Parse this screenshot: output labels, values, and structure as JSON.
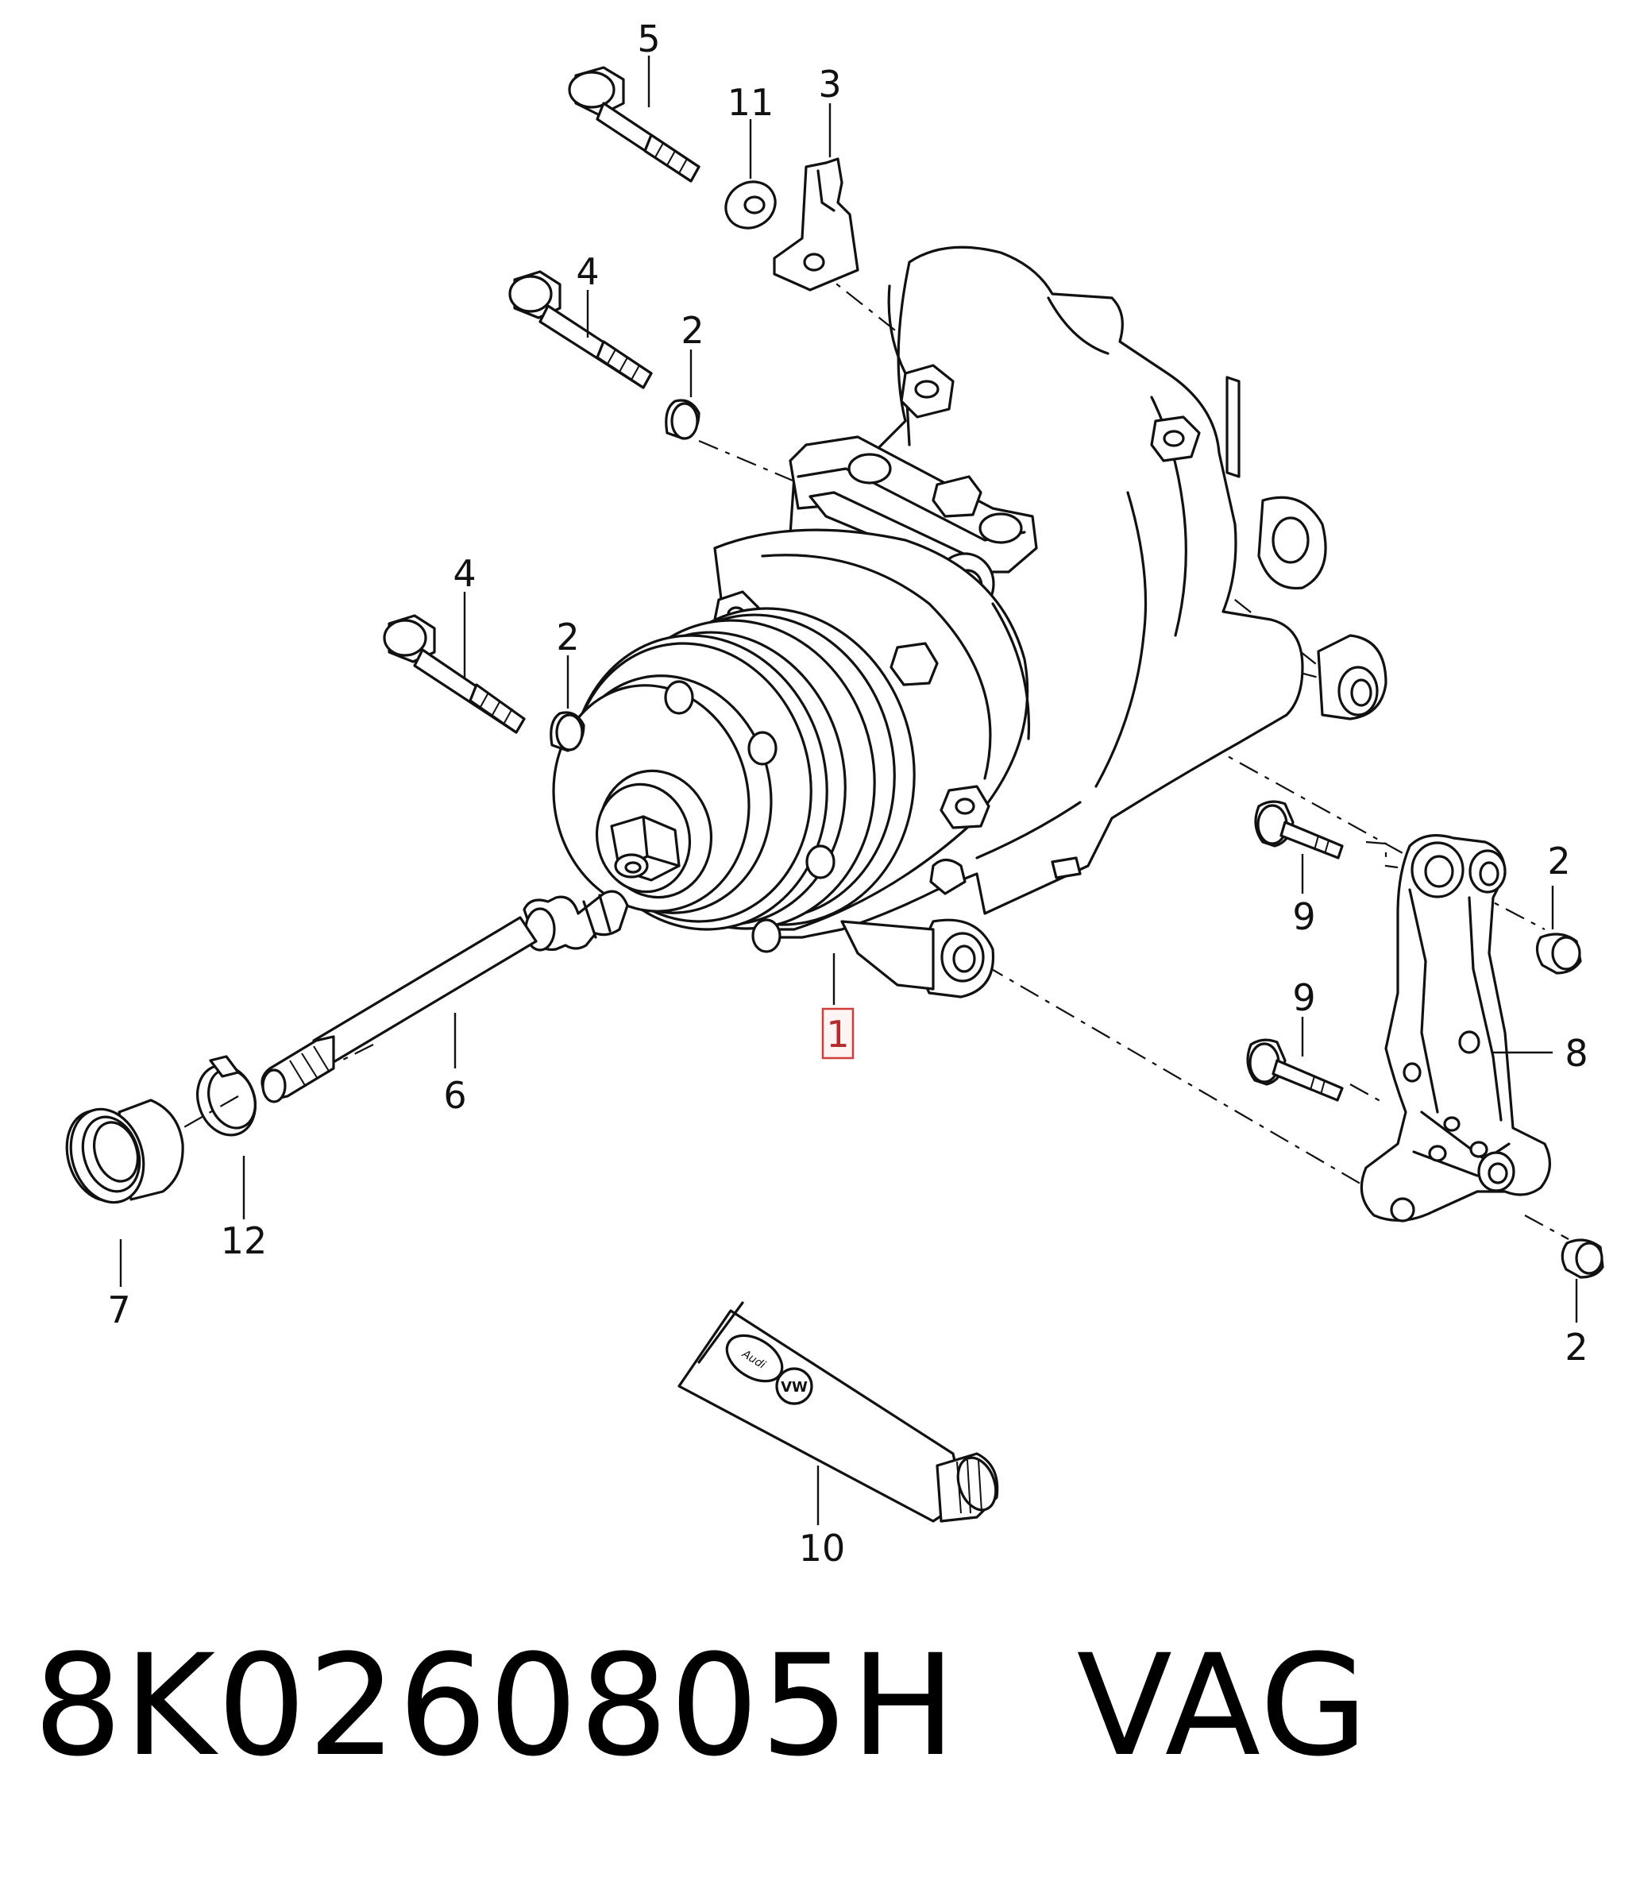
{
  "callouts": {
    "c1": "1",
    "c2a": "2",
    "c2b": "2",
    "c2c": "2",
    "c2d": "2",
    "c3": "3",
    "c4a": "4",
    "c4b": "4",
    "c5": "5",
    "c6": "6",
    "c7": "7",
    "c8": "8",
    "c9a": "9",
    "c9b": "9",
    "c10": "10",
    "c11": "11",
    "c12": "12"
  },
  "footer": {
    "part_number": "8K0260805H",
    "brand": "VAG"
  },
  "tube_logos": {
    "left": "Audi",
    "right": "VW"
  },
  "highlight_color": "#d23c3c"
}
